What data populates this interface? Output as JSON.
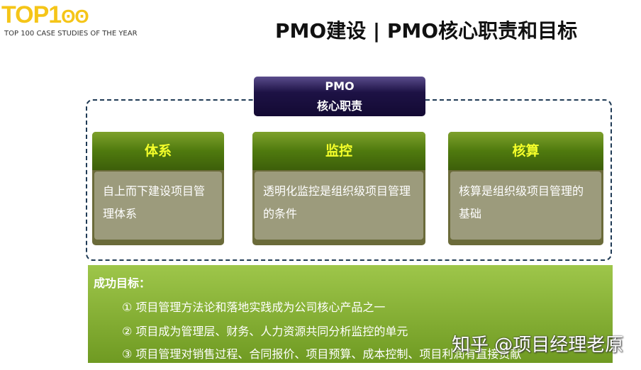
{
  "logo": {
    "text": "TOP1",
    "subtitle": "TOP 100 CASE STUDIES OF THE YEAR",
    "color": "#f5c518"
  },
  "title": "PMO建设 | PMO核心职责和目标",
  "core": {
    "line1": "PMO",
    "line2": "核心职责"
  },
  "cards": [
    {
      "title": "体系",
      "body": "自上而下建设项目管理体系"
    },
    {
      "title": "监控",
      "body": "透明化监控是组织级项目管理的条件"
    },
    {
      "title": "核算",
      "body": "核算是组织级项目管理的基础"
    }
  ],
  "goals": {
    "heading": "成功目标：",
    "items": [
      "①  项目管理方法论和落地实践成为公司核心产品之一",
      "②  项目成为管理层、财务、人力资源共同分析监控的单元",
      "③  项目管理对销售过程、合同报价、项目预算、成本控制、项目利润有直接贡献"
    ]
  },
  "watermark": "知乎 @项目经理老原"
}
